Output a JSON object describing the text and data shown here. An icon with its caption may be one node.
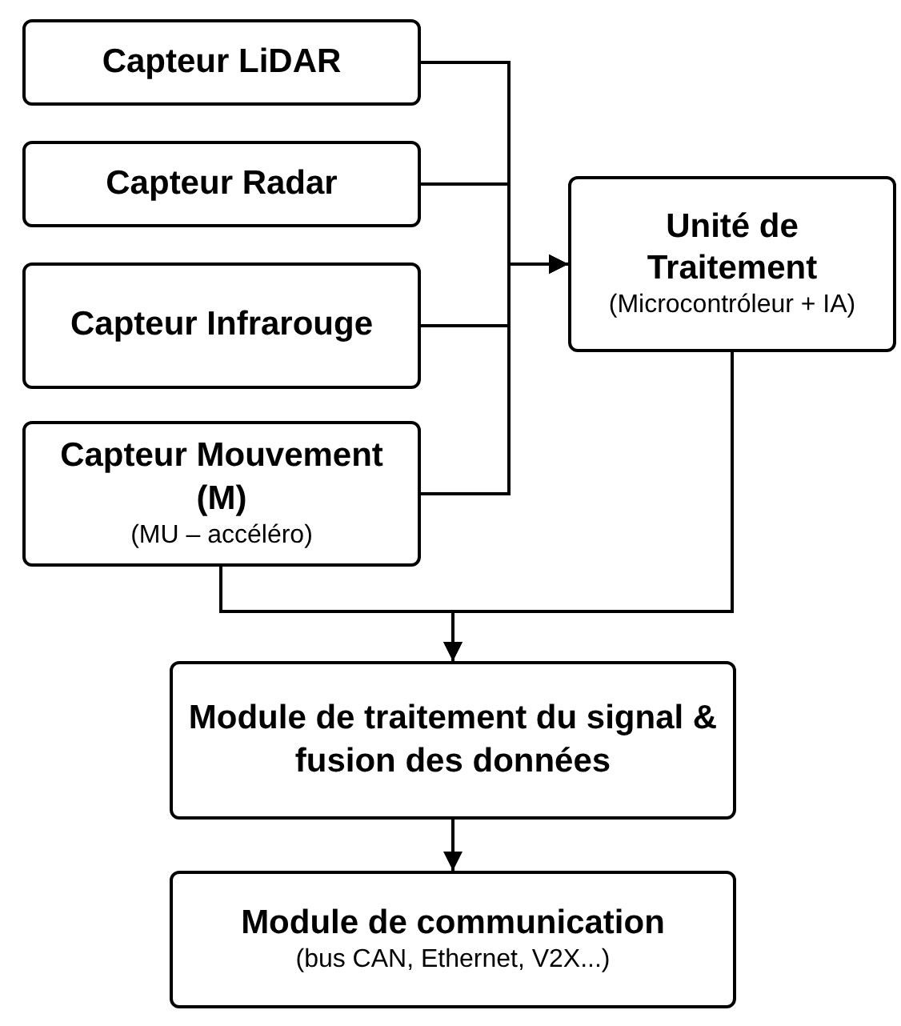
{
  "diagram": {
    "nodes": [
      {
        "text": [
          "Capteur LiDAR"
        ]
      },
      {
        "text": [
          "Capteur Radar"
        ]
      },
      {
        "text": [
          "Capteur Infrarouge"
        ]
      },
      {
        "text": [
          "Capteur Mouvement (M)",
          "(MU – accéléro)"
        ]
      },
      {
        "text": [
          "Unité de Traitement",
          "(Microcontróleur + IA)"
        ]
      },
      {
        "text": [
          "Module de traitement du signal & fusion des données"
        ]
      },
      {
        "text": [
          "Module de communication",
          "(bus CAN, Ethernet, V2X...)"
        ]
      }
    ],
    "edges": [
      {
        "from": 0,
        "to": 4,
        "arrow": "to"
      },
      {
        "from": 1,
        "to": 4,
        "arrow": "to"
      },
      {
        "from": 2,
        "to": 4,
        "arrow": "to"
      },
      {
        "from": 3,
        "to": 4,
        "arrow": "to"
      },
      {
        "from": 3,
        "to": 5,
        "arrow": "to"
      },
      {
        "from": 4,
        "to": 5,
        "arrow": "to"
      },
      {
        "from": 5,
        "to": 6,
        "arrow": "to"
      }
    ]
  }
}
